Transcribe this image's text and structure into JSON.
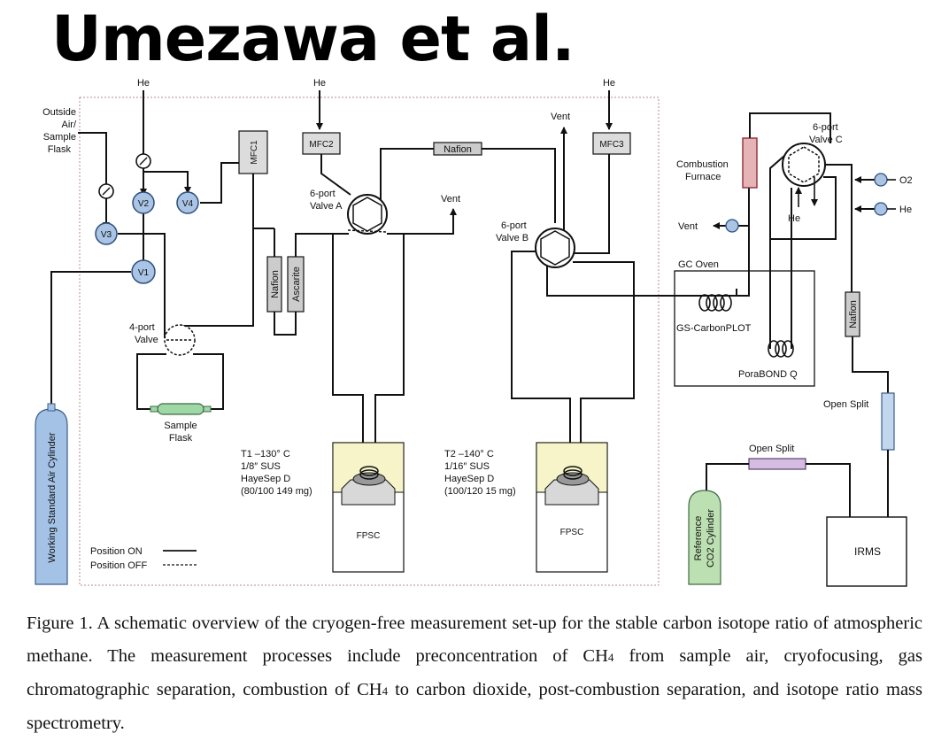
{
  "title": "Umezawa et al.",
  "labels": {
    "he_top_1": "He",
    "he_top_2": "He",
    "he_top_3": "He",
    "outside_air_1": "Outside",
    "outside_air_2": "Air/",
    "outside_air_3": "Sample",
    "outside_air_4": "Flask",
    "v1": "V1",
    "v2": "V2",
    "v3": "V3",
    "v4": "V4",
    "mfc1": "MFC1",
    "mfc2": "MFC2",
    "mfc3": "MFC3",
    "nafion_top": "Nafion",
    "nafion_left": "Nafion",
    "ascarite": "Ascarite",
    "nafion_right": "Nafion",
    "valve_a_1": "6-port",
    "valve_a_2": "Valve A",
    "valve_b_1": "6-port",
    "valve_b_2": "Valve B",
    "valve_c_1": "6-port",
    "valve_c_2": "Valve C",
    "port4_1": "4-port",
    "port4_2": "Valve",
    "vent_a": "Vent",
    "vent_b": "Vent",
    "vent_c": "Vent",
    "combustion_1": "Combustion",
    "combustion_2": "Furnace",
    "he_c": "He",
    "o2": "O2",
    "he_right": "He",
    "gc_oven": "GC Oven",
    "gs_carbonplot": "GS-CarbonPLOT",
    "porabond": "PoraBOND Q",
    "open_split_1": "Open Split",
    "open_split_2": "Open Split",
    "irms": "IRMS",
    "sample_flask_1": "Sample",
    "sample_flask_2": "Flask",
    "working_std": "Working Standard Air Cylinder",
    "reference_1": "Reference",
    "reference_2": "CO2 Cylinder",
    "t1_1": "T1  –130° C",
    "t1_2": "1/8″ SUS",
    "t1_3": "HayeSep D",
    "t1_4": "(80/100 149 mg)",
    "t2_1": "T2  –140° C",
    "t2_2": "1/16″ SUS",
    "t2_3": "HayeSep D",
    "t2_4": "(100/120 15 mg)",
    "fpsc_1": "FPSC",
    "fpsc_2": "FPSC",
    "position_on": "Position ON",
    "position_off": "Position OFF"
  },
  "caption": {
    "part1": "Figure 1. A schematic overview of the cryogen-free measurement set-up for the stable carbon isotope ratio of atmospheric methane. The measurement processes include preconcentration of CH",
    "sub1": "4",
    "part2": " from sample air, cryofocusing, gas chromatographic separation, combustion of CH",
    "sub2": "4",
    "part3": " to carbon dioxide, post-combustion separation, and isotope ratio mass spectrometry."
  },
  "colors": {
    "valve_fill": "#a9c4e4",
    "valve_stroke": "#2d4f7a",
    "furnace_fill": "#e6b3b6",
    "furnace_stroke": "#8c2f35",
    "nafion_fill": "#cccccc",
    "working_cylinder": "#a4c2e6",
    "reference_cylinder": "#bde0b2",
    "sample_flask": "#9fd7a6",
    "open_split_top": "#d4bde0",
    "open_split_right": "#c2d6ee",
    "dewar_fill": "#f6f4c8"
  }
}
